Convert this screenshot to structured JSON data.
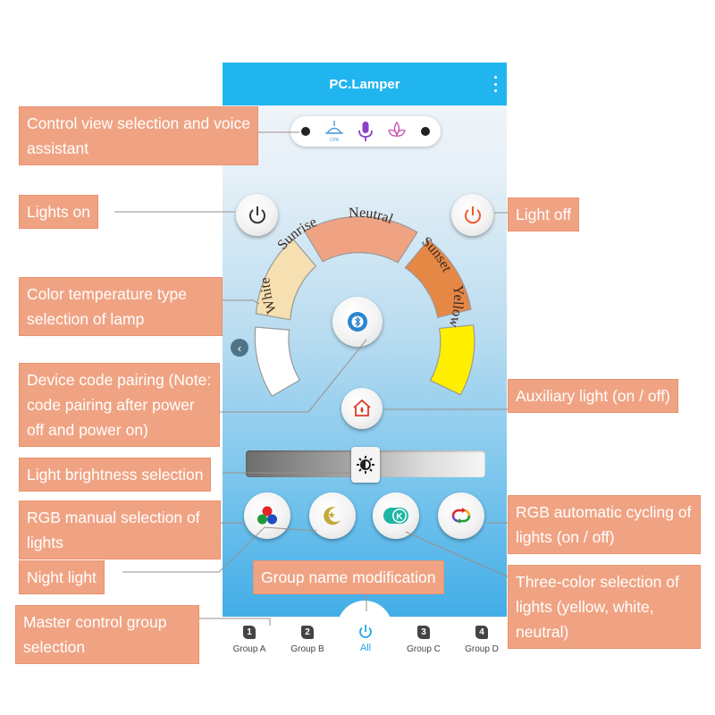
{
  "app": {
    "title": "PC.Lamper"
  },
  "colors": {
    "appbar": "#21b5ef",
    "callout": "#f0a383",
    "accent": "#21a6ea",
    "power_on": "#333333",
    "power_off": "#f05a28"
  },
  "view_selector": {
    "icons": [
      "lamp-icon",
      "microphone-icon",
      "flower-icon"
    ],
    "lamp_caption": "CPA"
  },
  "color_temp": {
    "segments": [
      "White",
      "Sunrise",
      "Neutral",
      "Sunset",
      "Yellow"
    ]
  },
  "brightness": {
    "level": 0.5
  },
  "rgb_buttons": [
    "rgb-dots-icon",
    "moon-star-icon",
    "k-toggle-icon",
    "rgb-cycle-icon"
  ],
  "tabs": [
    {
      "num": "1",
      "label": "Group A"
    },
    {
      "num": "2",
      "label": "Group B"
    },
    {
      "num": "",
      "label": "All",
      "active": true
    },
    {
      "num": "3",
      "label": "Group C"
    },
    {
      "num": "4",
      "label": "Group D"
    }
  ],
  "callouts": {
    "control_view": "Control view selection and voice assistant",
    "lights_on": "Lights on",
    "light_off": "Light off",
    "color_temp_type": "Color temperature type selection of lamp",
    "device_pairing": "Device code pairing (Note: code pairing after power off and power on)",
    "auxiliary": "Auxiliary light (on / off)",
    "brightness": "Light brightness selection",
    "rgb_manual": "RGB manual selection of lights",
    "rgb_auto": "RGB automatic cycling of lights (on / off)",
    "night_light": "Night light",
    "group_name": "Group name modification",
    "three_color": "Three-color selection of lights (yellow, white, neutral)",
    "master_group": "Master control group selection"
  }
}
